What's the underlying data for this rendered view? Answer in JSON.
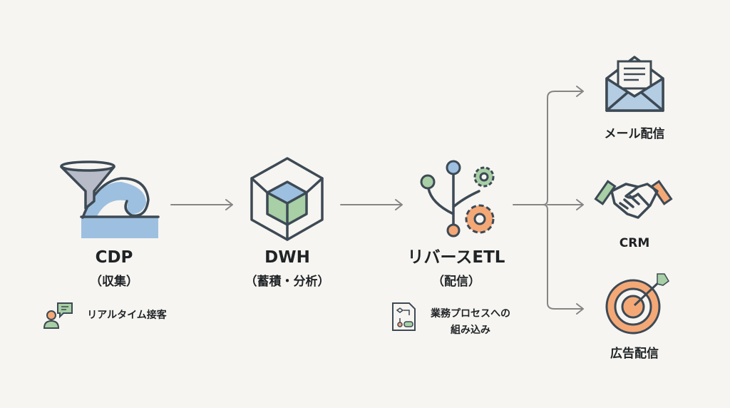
{
  "nodes": {
    "cdp": {
      "title": "CDP",
      "subtitle": "（収集）",
      "note": "リアルタイム接客"
    },
    "dwh": {
      "title": "DWH",
      "subtitle": "（蓄積・分析）"
    },
    "etl": {
      "title": "リバースETL",
      "subtitle": "（配信）",
      "note_line1": "業務プロセスへの",
      "note_line2": "組み込み"
    }
  },
  "outputs": [
    {
      "label": "メール配信"
    },
    {
      "label": "CRM"
    },
    {
      "label": "広告配信"
    }
  ],
  "colors": {
    "stroke": "#3d4a55",
    "blue": "#9dc0e0",
    "green": "#a8cfa5",
    "orange": "#f4a876",
    "arrow": "#858585",
    "background": "#f7f5f1"
  }
}
